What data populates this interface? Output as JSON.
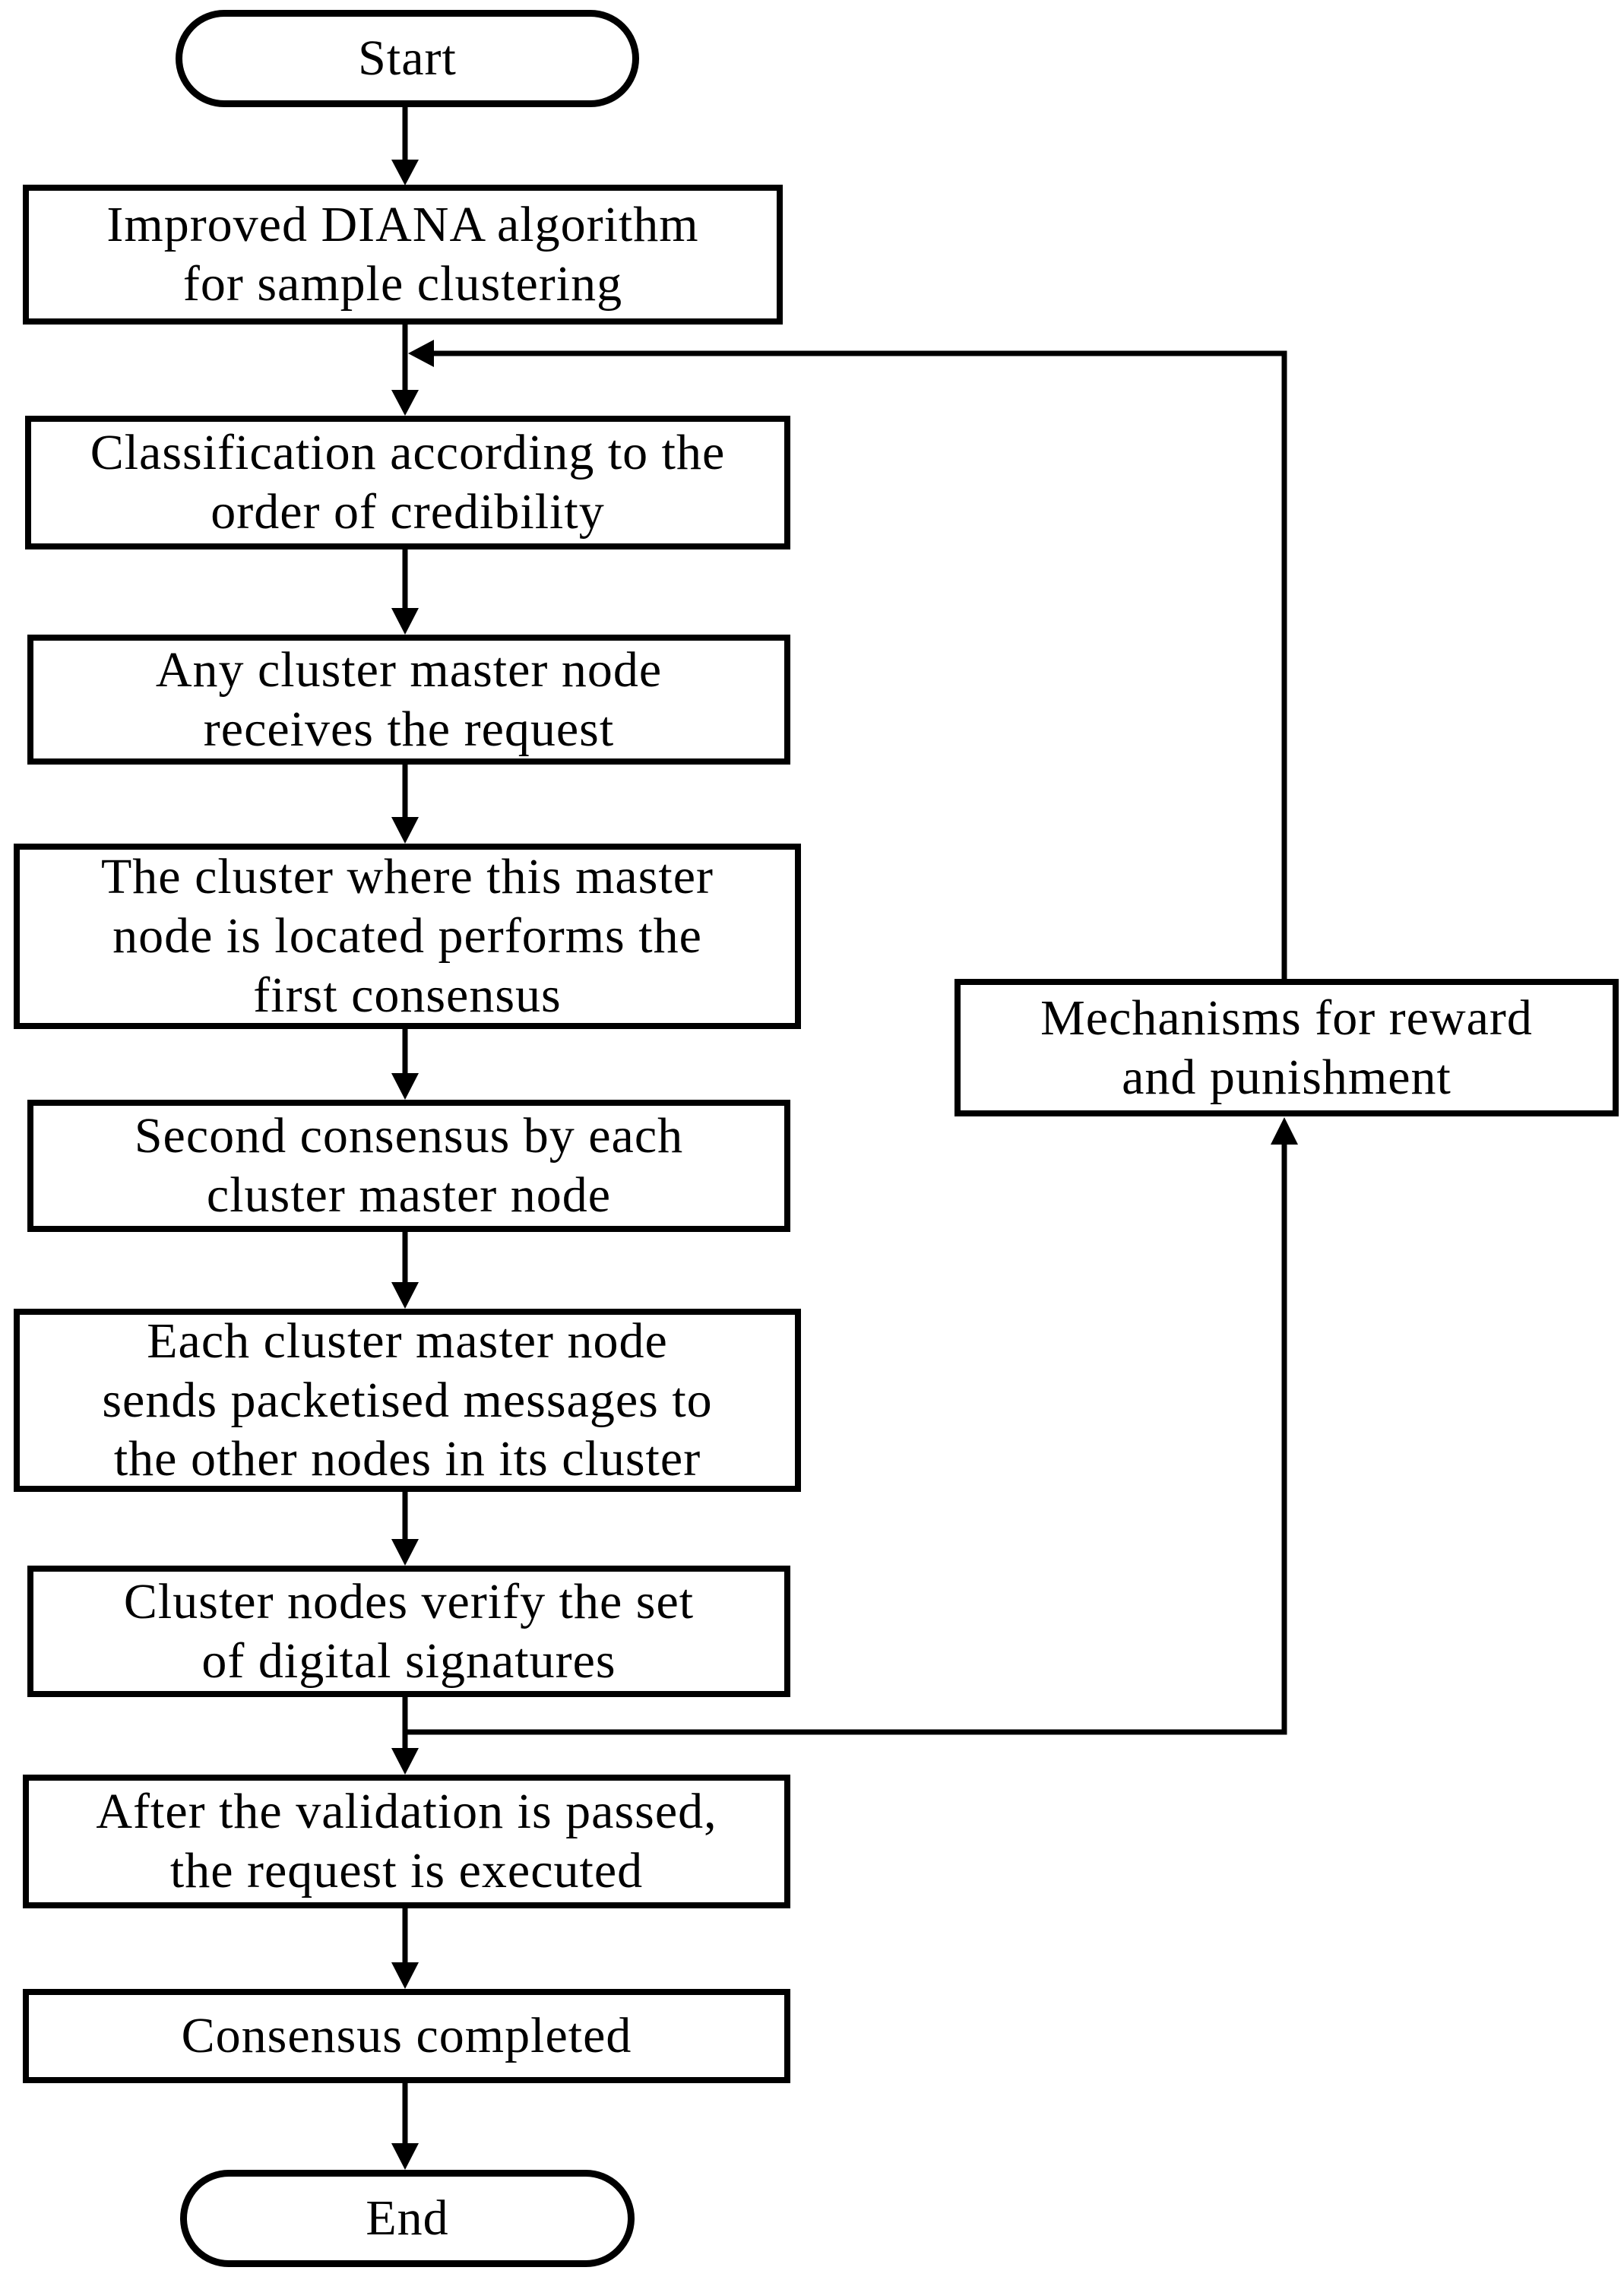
{
  "diagram": {
    "title": "Consensus process flowchart",
    "background_color": "#ffffff",
    "line_color": "#000000",
    "box_fill_color": "#ffffff",
    "text_color": "#000000"
  },
  "nodes": {
    "start": {
      "type": "terminator",
      "label": "Start"
    },
    "diana": {
      "type": "process",
      "label": "Improved DIANA algorithm\nfor sample clustering"
    },
    "classification": {
      "type": "process",
      "label": "Classification according to the\norder of credibility"
    },
    "receive_request": {
      "type": "process",
      "label": "Any cluster master node\nreceives the request"
    },
    "first_consensus": {
      "type": "process",
      "label": "The cluster where this master\nnode is located performs the\nfirst consensus"
    },
    "second_consensus": {
      "type": "process",
      "label": "Second consensus by each\ncluster master node"
    },
    "send_messages": {
      "type": "process",
      "label": "Each cluster master node\nsends packetised messages to\nthe other nodes in its cluster"
    },
    "verify_signatures": {
      "type": "process",
      "label": "Cluster nodes verify the set\nof digital signatures"
    },
    "execute_request": {
      "type": "process",
      "label": "After the validation is passed,\nthe request is executed"
    },
    "consensus_done": {
      "type": "process",
      "label": "Consensus completed"
    },
    "end": {
      "type": "terminator",
      "label": "End"
    },
    "reward_punishment": {
      "type": "process",
      "label": "Mechanisms for reward\nand punishment"
    }
  },
  "edges": [
    {
      "from": "start",
      "to": "diana"
    },
    {
      "from": "diana",
      "to": "classification"
    },
    {
      "from": "classification",
      "to": "receive_request"
    },
    {
      "from": "receive_request",
      "to": "first_consensus"
    },
    {
      "from": "first_consensus",
      "to": "second_consensus"
    },
    {
      "from": "second_consensus",
      "to": "send_messages"
    },
    {
      "from": "send_messages",
      "to": "verify_signatures"
    },
    {
      "from": "verify_signatures",
      "to": "execute_request"
    },
    {
      "from": "verify_signatures",
      "to": "reward_punishment",
      "via": "right-branch-up"
    },
    {
      "from": "reward_punishment",
      "to": "classification",
      "via": "up-and-left-into-spine"
    },
    {
      "from": "execute_request",
      "to": "consensus_done"
    },
    {
      "from": "consensus_done",
      "to": "end"
    }
  ]
}
